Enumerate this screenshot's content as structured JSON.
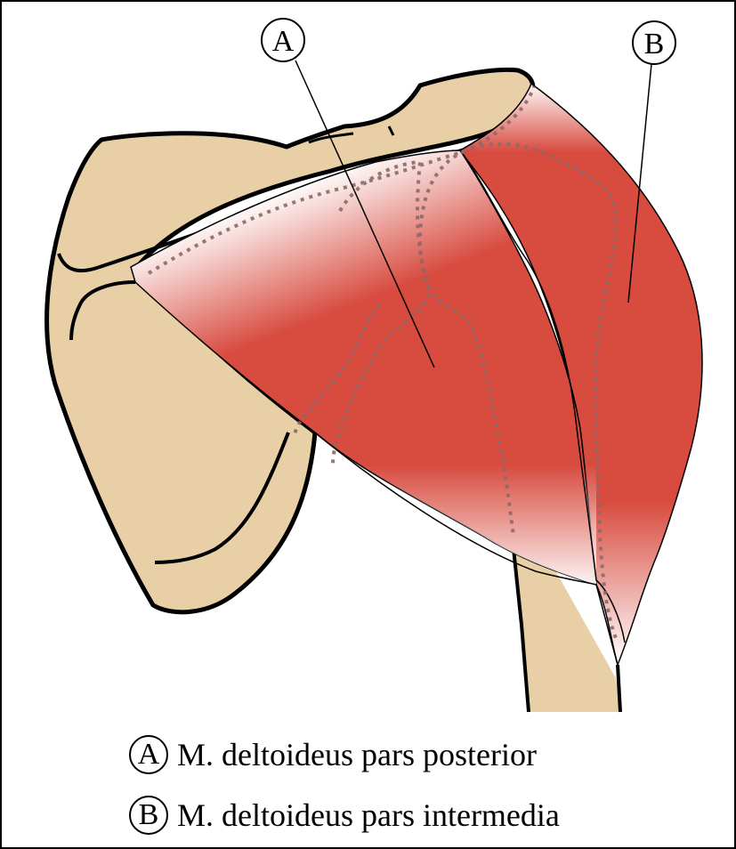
{
  "colors": {
    "bone": "#e8cfa6",
    "muscle": "#d84b3f",
    "muscle_fade": "#ffffff",
    "outline": "#000000",
    "dotted_outline": "#8c6a6a"
  },
  "callouts": [
    {
      "id": "A",
      "letter": "A"
    },
    {
      "id": "B",
      "letter": "B"
    }
  ],
  "legend": [
    {
      "letter": "A",
      "text": "M. deltoideus pars posterior"
    },
    {
      "letter": "B",
      "text": "M. deltoideus pars intermedia"
    }
  ]
}
